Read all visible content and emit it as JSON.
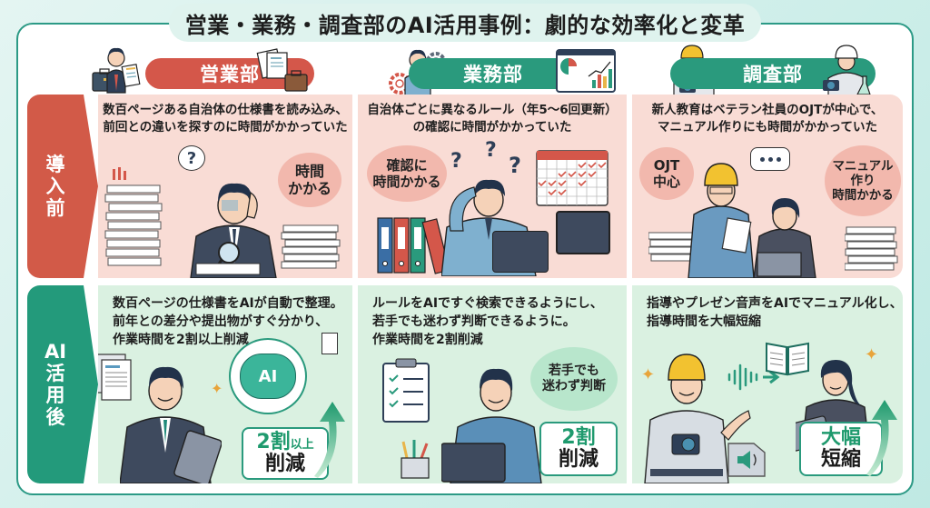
{
  "title": "営業・業務・調査部のAI活用事例：劇的な効率化と変革",
  "departments": [
    {
      "name": "営業部",
      "color": "#d4574a"
    },
    {
      "name": "業務部",
      "color": "#2a9a7d"
    },
    {
      "name": "調査部",
      "color": "#2a9a7d"
    }
  ],
  "rows": {
    "before": {
      "label_lines": [
        "導",
        "入",
        "前"
      ],
      "color": "#d25a48"
    },
    "after": {
      "label_lines": [
        "AI",
        "活",
        "用",
        "後"
      ],
      "color": "#239a7b"
    }
  },
  "panels": {
    "before": [
      {
        "text": "数百ページある自治体の仕様書を読み込み、\n前回との違いを探すのに時間がかかっていた",
        "bubble": "時間\nかかる"
      },
      {
        "text": "自治体ごとに異なるルール（年5〜6回更新）\nの確認に時間がかかっていた",
        "bubble": "確認に\n時間かかる"
      },
      {
        "text": "新人教育はベテラン社員のOJTが中心で、\nマニュアル作りにも時間がかかっていた",
        "bubble_left": "OJT\n中心",
        "bubble_right": "マニュアル\n作り\n時間かかる"
      }
    ],
    "after": [
      {
        "text": "数百ページの仕様書をAIが自動で整理。\n前年との差分や提出物がすぐ分かり、\n作業時間を2割以上削減",
        "ai_badge": "AI",
        "result_top": "2割",
        "result_top_small": "以上",
        "result_bottom": "削減"
      },
      {
        "text": "ルールをAIですぐ検索できるようにし、\n若手でも迷わず判断できるように。\n作業時間を2割削減",
        "bubble": "若手でも\n迷わず判断",
        "result_top": "2割",
        "result_bottom": "削減"
      },
      {
        "text": "指導やプレゼン音声をAIでマニュアル化し、\n指導時間を大幅短縮",
        "result_top": "大幅",
        "result_bottom": "短縮"
      }
    ]
  },
  "colors": {
    "accent_green": "#2a9a7d",
    "accent_red": "#d4574a",
    "before_bg": "#f9dcd5",
    "after_bg": "#daf1e1"
  }
}
